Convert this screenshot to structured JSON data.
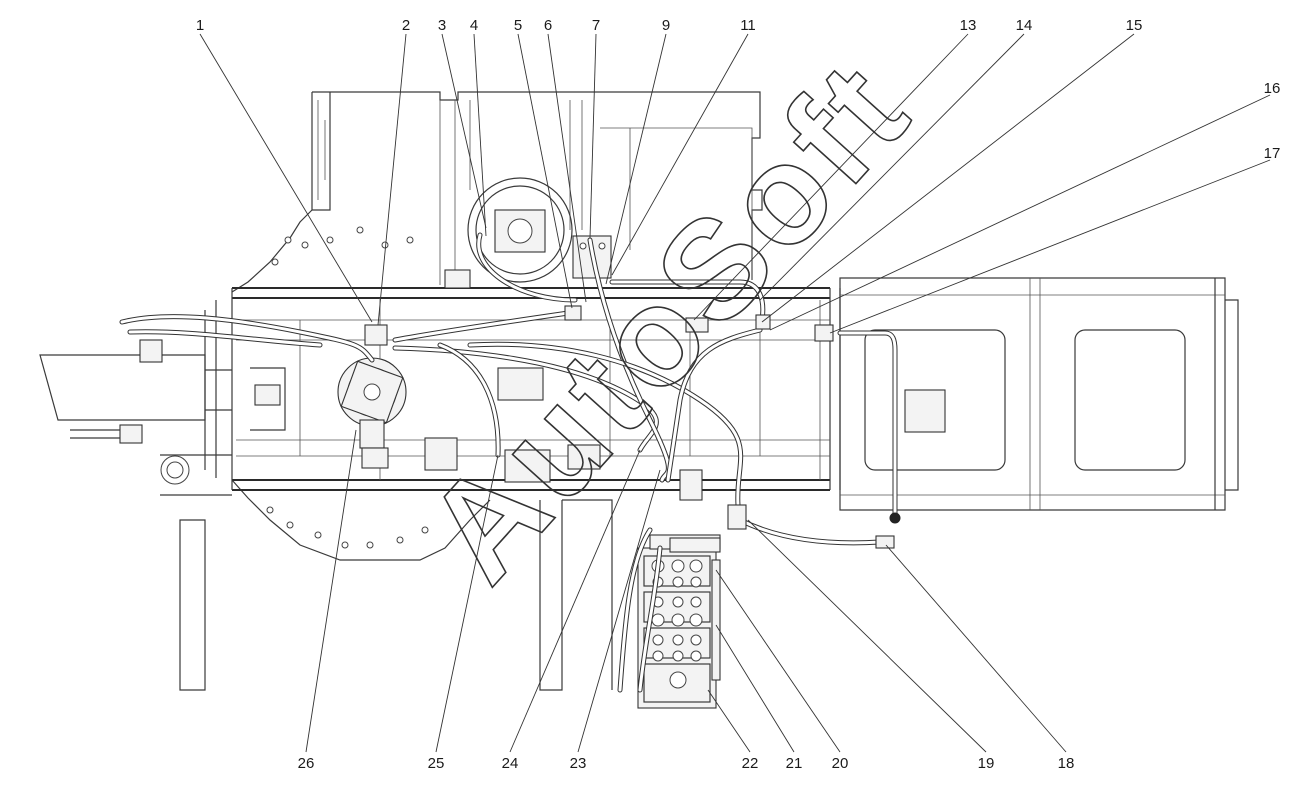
{
  "watermark": "AutoSoft",
  "callouts": {
    "c1": "1",
    "c2": "2",
    "c3": "3",
    "c4": "4",
    "c5": "5",
    "c6": "6",
    "c7": "7",
    "c9": "9",
    "c11": "11",
    "c13": "13",
    "c14": "14",
    "c15": "15",
    "c16": "16",
    "c17": "17",
    "c18": "18",
    "c19": "19",
    "c20": "20",
    "c21": "21",
    "c22": "22",
    "c23": "23",
    "c24": "24",
    "c25": "25",
    "c26": "26"
  }
}
